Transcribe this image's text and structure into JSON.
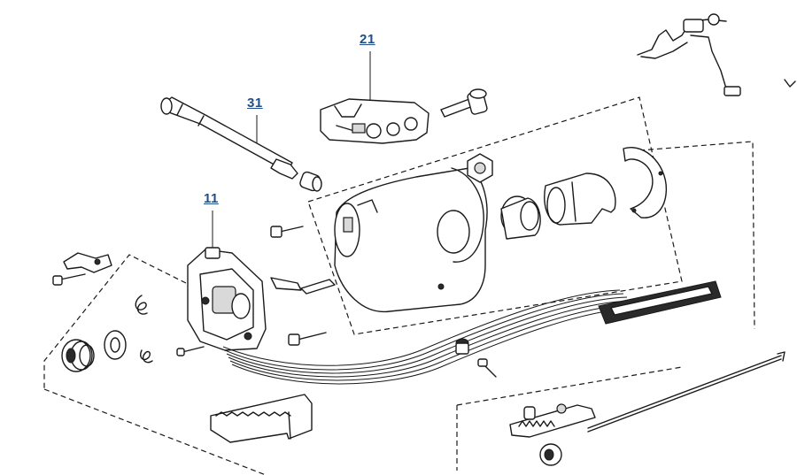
{
  "callouts": {
    "part_21": "21",
    "part_31": "31",
    "part_11": "11"
  },
  "colors": {
    "callout": "#1f4e8c",
    "line": "#1a1a1a",
    "background": "#ffffff"
  }
}
